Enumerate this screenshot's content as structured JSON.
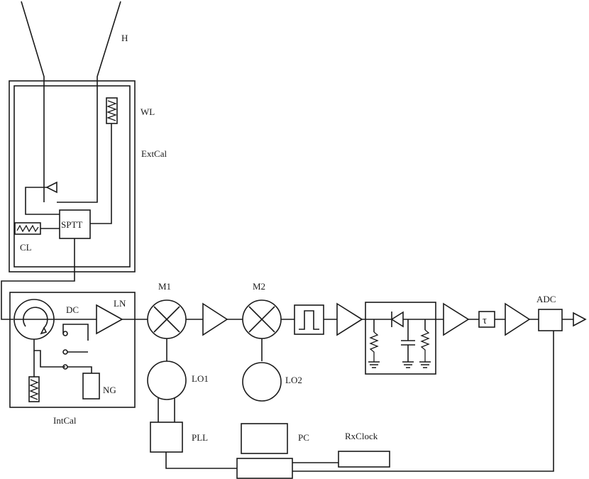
{
  "labels": {
    "horn": "H",
    "warm_load": "WL",
    "external_cal": "ExtCal",
    "switch": "SPTT",
    "cold_load": "CL",
    "mixer1": "M1",
    "mixer2": "M2",
    "directional_coupler": "DC",
    "low_noise_amp": "LN",
    "noise_generator": "NG",
    "internal_cal": "IntCal",
    "local_osc1": "LO1",
    "local_osc2": "LO2",
    "pll": "PLL",
    "pc": "PC",
    "rx_clock": "RxClock",
    "adc": "ADC",
    "tau": "τ"
  },
  "colors": {
    "stroke": "#1a1a1a",
    "background": "#ffffff"
  }
}
